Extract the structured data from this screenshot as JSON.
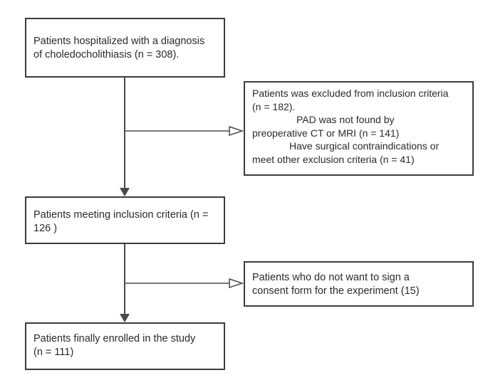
{
  "boxes": {
    "screening": {
      "line1": "Patients hospitalized with a diagnosis",
      "line2": "of choledocholithiasis (n  = 308)."
    },
    "excluded": {
      "line1": "Patients was excluded from inclusion criteria",
      "line2": "(n = 182).",
      "line3": "PAD was not found by",
      "line4": "preoperative CT or MRI (n = 141)",
      "line5": "Have surgical contraindications or",
      "line6": "meet other exclusion criteria (n = 41)"
    },
    "inclusion": {
      "line1": "Patients meeting inclusion criteria (n =",
      "line2": "126 )"
    },
    "declined": {
      "line1": "Patients who do not want to sign a",
      "line2": "consent form for the experiment  (15)"
    },
    "enrolled": {
      "line1": "Patients finally enrolled in the study",
      "line2": "(n = 111)"
    }
  },
  "colors": {
    "border": "#3c3c3c",
    "arrow": "#4a4a4a",
    "text": "#2a2a2a"
  }
}
